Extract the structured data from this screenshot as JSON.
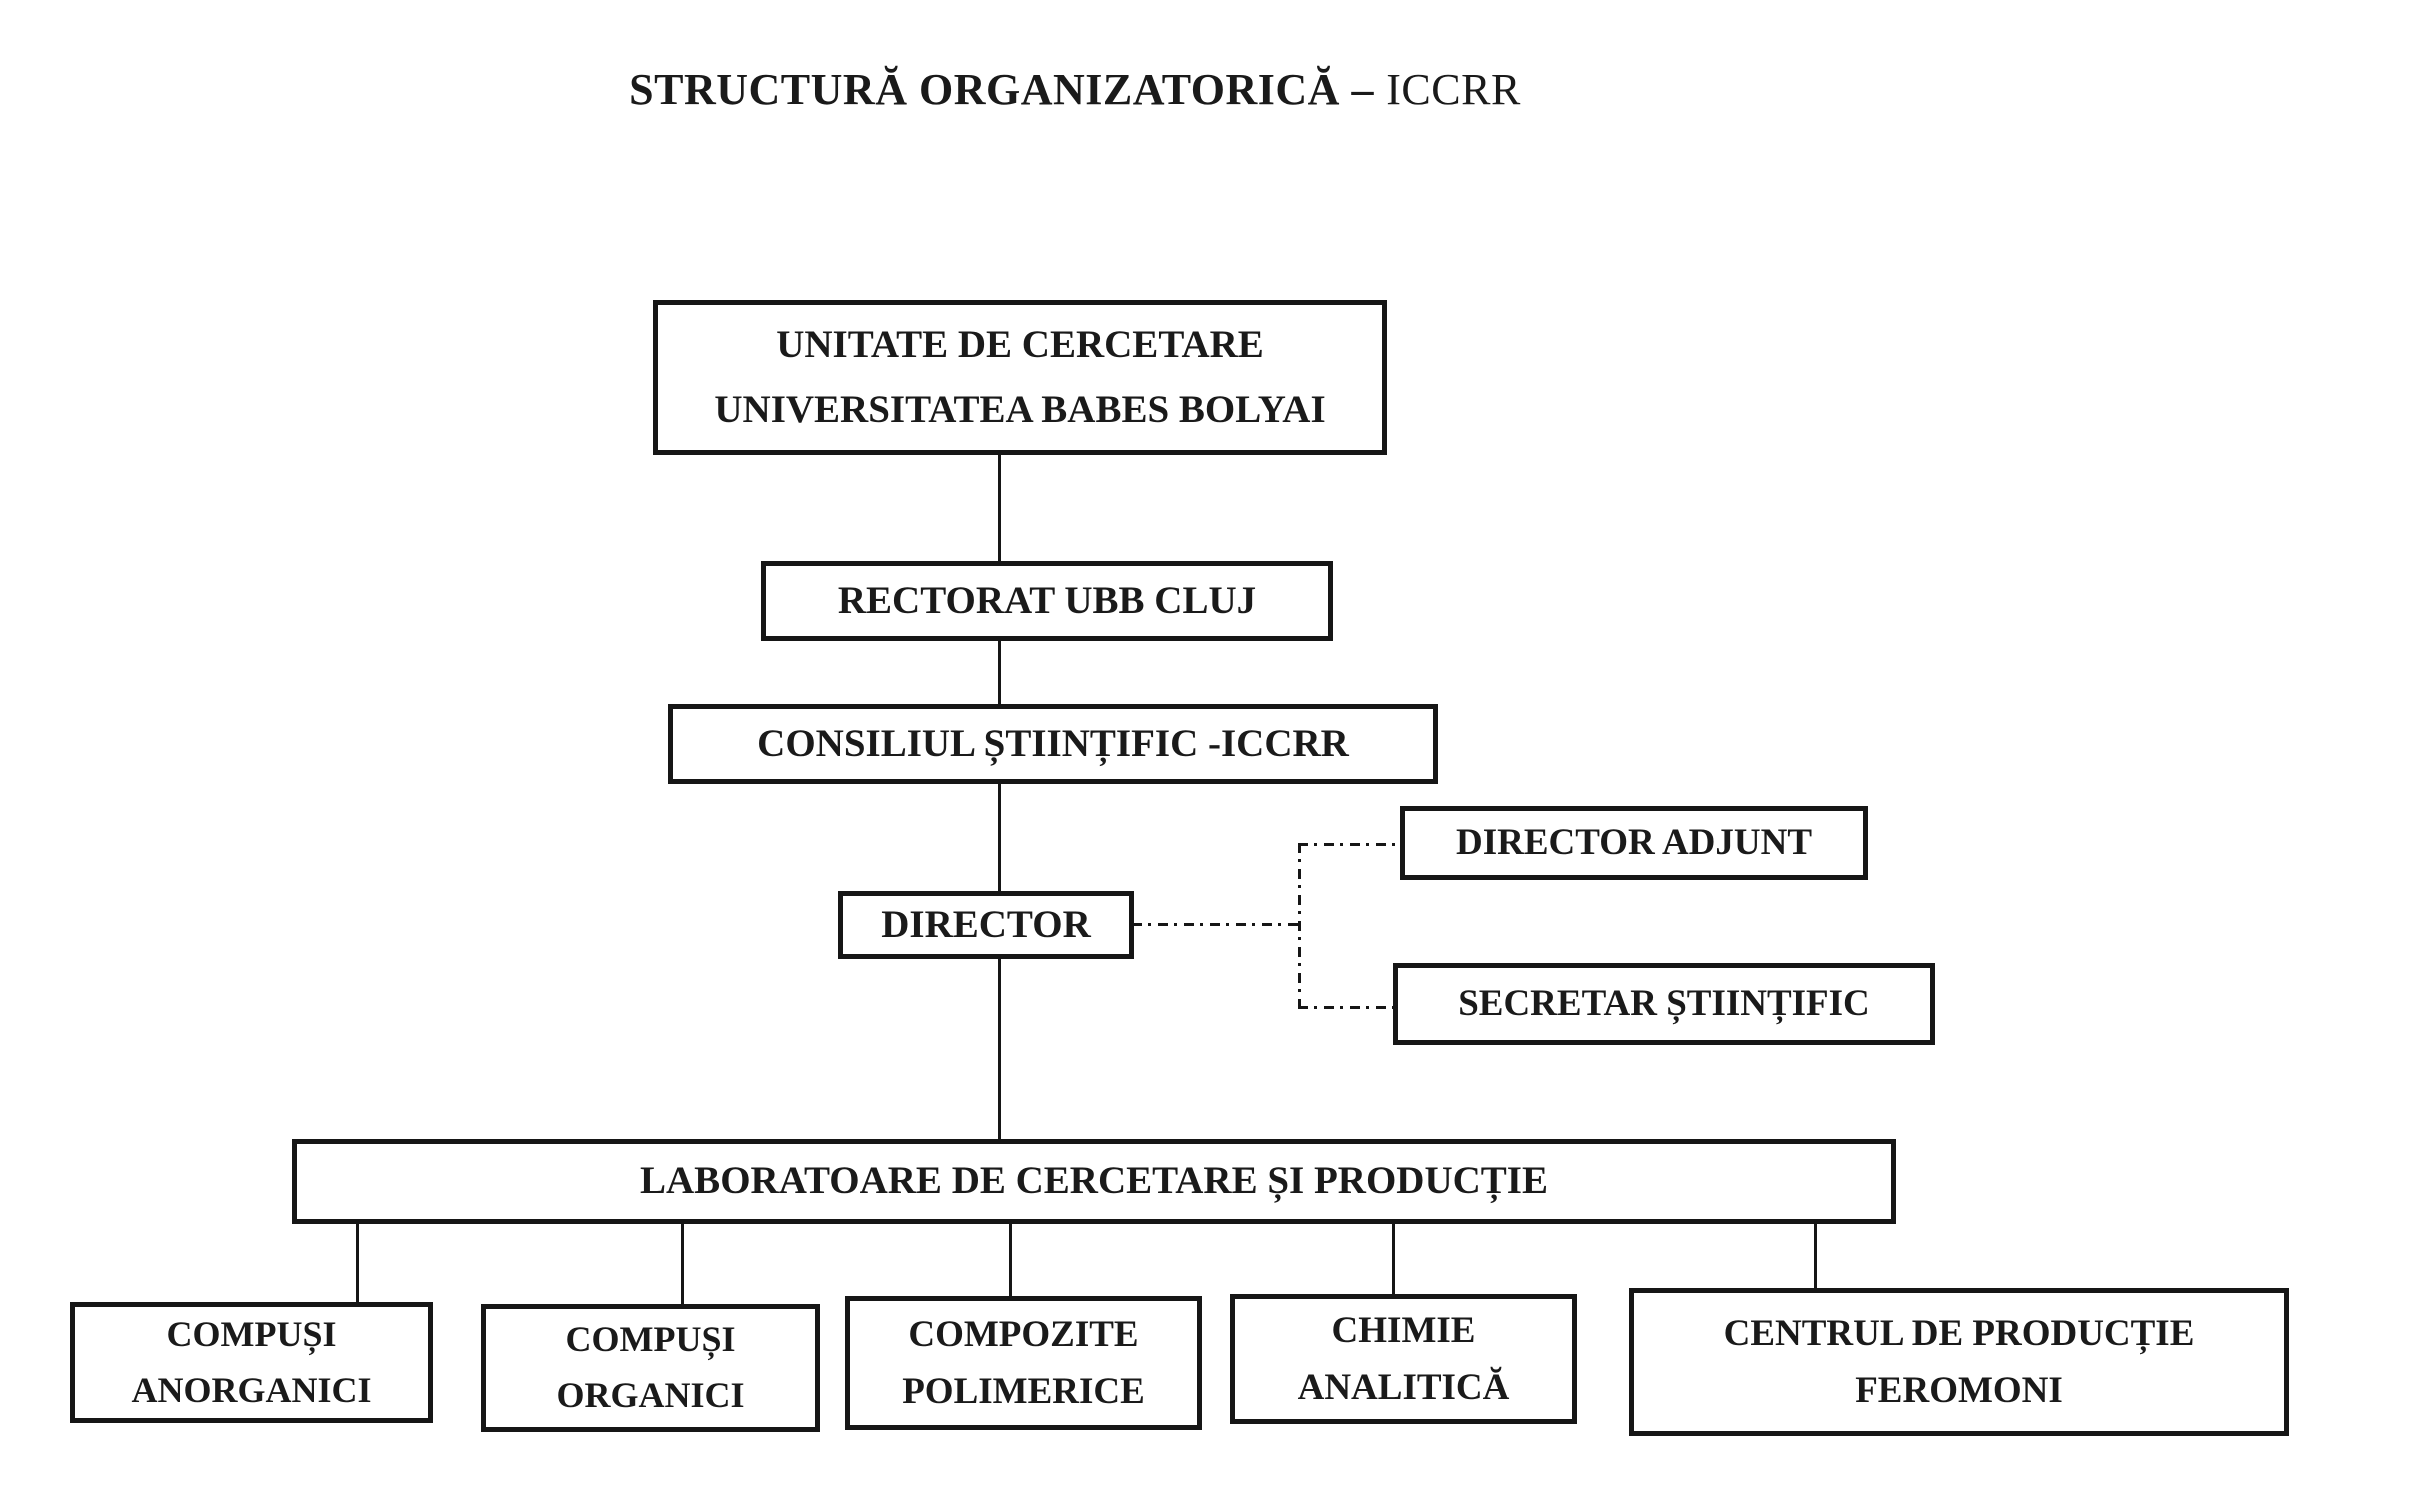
{
  "title": {
    "bold": "STRUCTURĂ ORGANIZATORICĂ –",
    "regular": "ICCRR"
  },
  "nodes": {
    "unitate": {
      "line1": "UNITATE DE CERCETARE",
      "line2": "UNIVERSITATEA BABES BOLYAI"
    },
    "rectorat": {
      "label": "RECTORAT UBB CLUJ"
    },
    "consiliu": {
      "label": "CONSILIUL ȘTIINȚIFIC -ICCRR"
    },
    "director": {
      "label": "DIRECTOR"
    },
    "director_adjunct": {
      "label": "DIRECTOR ADJUNT"
    },
    "secretar_stiintific": {
      "label": "SECRETAR ȘTIINȚIFIC"
    },
    "laboratoare": {
      "label": "LABORATOARE DE CERCETARE ȘI PRODUCȚIE"
    },
    "compusi_anorganici": {
      "line1": "COMPUȘI",
      "line2": "ANORGANICI"
    },
    "compusi_organici": {
      "line1": "COMPUȘI",
      "line2": "ORGANICI"
    },
    "compozite_polimerice": {
      "line1": "COMPOZITE",
      "line2": "POLIMERICE"
    },
    "chimie_analitica": {
      "line1": "CHIMIE",
      "line2": "ANALITICĂ"
    },
    "centrul_feromoni": {
      "line1": "CENTRUL DE PRODUCȚIE",
      "line2": "FEROMONI"
    }
  },
  "colors": {
    "ink": "#1a1a1a",
    "background": "#ffffff"
  }
}
